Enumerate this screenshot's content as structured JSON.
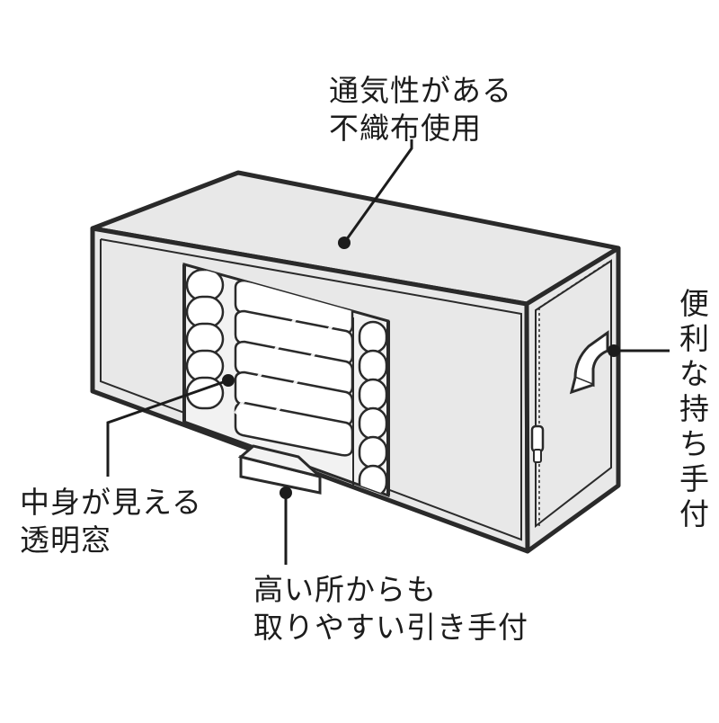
{
  "callouts": {
    "top": {
      "lines": [
        "通気性がある",
        "不織布使用"
      ]
    },
    "left": {
      "lines": [
        "中身が見える",
        "透明窓"
      ]
    },
    "bottom": {
      "lines": [
        "高い所からも",
        "取りやすい引き手付"
      ]
    },
    "right": {
      "text": "便利な持ち手付"
    }
  }
}
